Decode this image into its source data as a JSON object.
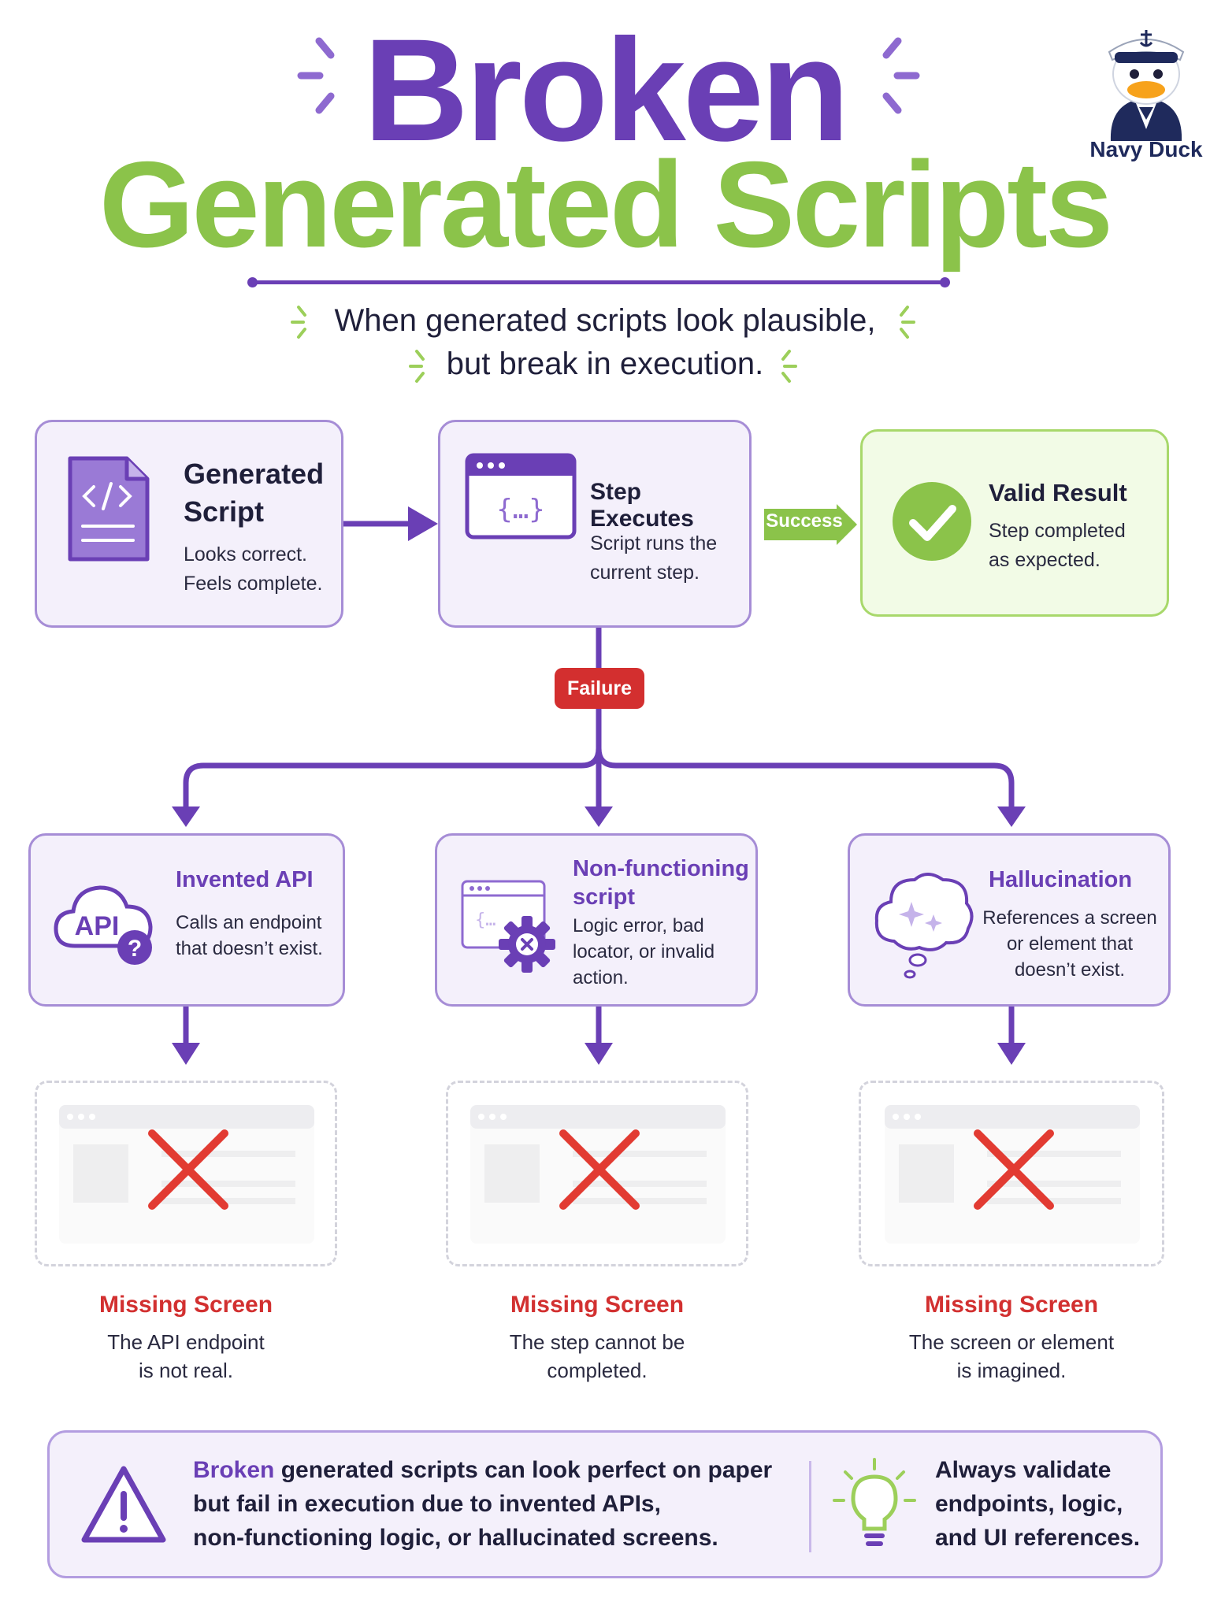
{
  "title": {
    "line1": "Broken",
    "line2": "Generated Scripts"
  },
  "mascot": {
    "label": "Navy Duck"
  },
  "subtitle": {
    "line1": "When generated scripts look plausible,",
    "line2": "but break in execution."
  },
  "flow": {
    "generated": {
      "title_line1": "Generated",
      "title_line2": "Script",
      "text_line1": "Looks correct.",
      "text_line2": "Feels complete."
    },
    "step": {
      "title": "Step Executes",
      "text_line1": "Script runs the",
      "text_line2": "current step."
    },
    "success_label": "Success",
    "valid": {
      "title": "Valid Result",
      "text_line1": "Step completed",
      "text_line2": "as expected."
    },
    "failure_label": "Failure"
  },
  "failures": [
    {
      "title": "Invented API",
      "icon_label": "API",
      "text_lines": [
        "Calls an endpoint",
        "that doesn’t exist."
      ],
      "missing_title": "Missing Screen",
      "missing_lines": [
        "The API endpoint",
        "is not real."
      ]
    },
    {
      "title_lines": [
        "Non-functioning",
        "script"
      ],
      "text_lines": [
        "Logic error, bad",
        "locator, or invalid",
        "action."
      ],
      "missing_title": "Missing Screen",
      "missing_lines": [
        "The step cannot be",
        "completed."
      ]
    },
    {
      "title": "Hallucination",
      "text_lines": [
        "References a screen",
        "or element that",
        "doesn’t exist."
      ],
      "missing_title": "Missing Screen",
      "missing_lines": [
        "The screen or element",
        "is imagined."
      ]
    }
  ],
  "bottom": {
    "highlight": "Broken",
    "line1_rest": " generated scripts can look perfect on paper",
    "line2": "but fail in execution due to invented APIs,",
    "line3": "non-functioning logic, or hallucinated screens.",
    "tip_line1": "Always validate",
    "tip_line2": "endpoints, logic,",
    "tip_line3": "and UI references."
  },
  "colors": {
    "purple": "#6a3fb5",
    "green": "#8bc34a",
    "red": "#d23030"
  }
}
